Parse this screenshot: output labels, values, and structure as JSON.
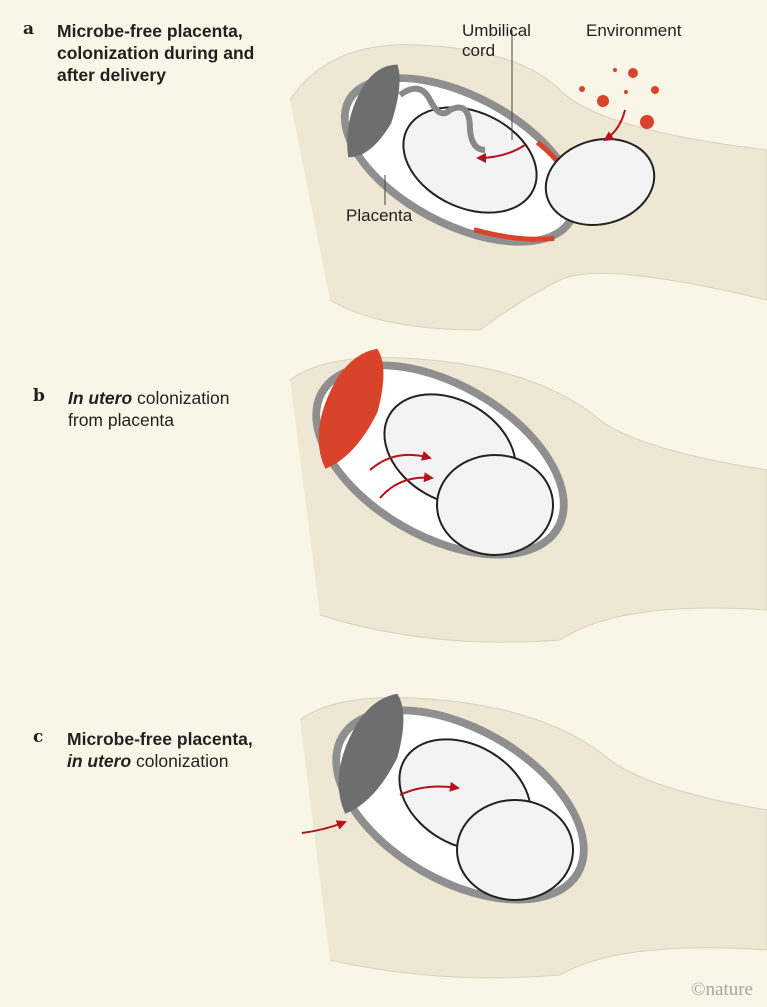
{
  "panels": [
    {
      "letter": "a",
      "line1": "Microbe-free placenta,",
      "line2": "colonization during and",
      "line3": "after delivery"
    },
    {
      "letter": "b",
      "line1_italic": "In utero",
      "line1_rest": " colonization",
      "line2": "from placenta"
    },
    {
      "letter": "c",
      "line1": "Microbe-free placenta,",
      "line2_italic": "in utero",
      "line2_rest": " colonization"
    }
  ],
  "annotations": {
    "umbilical_line1": "Umbilical",
    "umbilical_line2": "cord",
    "environment": "Environment",
    "placenta": "Placenta"
  },
  "credit": "©nature",
  "colors": {
    "background": "#faf6e7",
    "body": "#ede7d4",
    "uterus_wall": "#8f8f8f",
    "placenta_sterile": "#6e6e6e",
    "placenta_colonized": "#d9432b",
    "microbe": "#d9432b",
    "arrow": "#b5121b"
  }
}
